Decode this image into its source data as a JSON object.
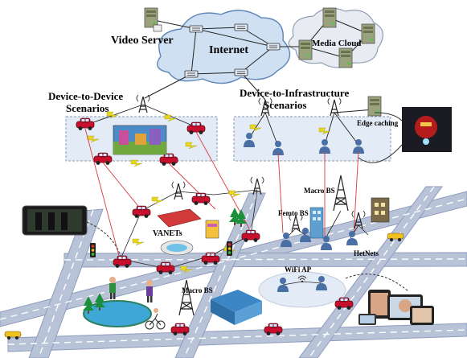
{
  "labels": {
    "video_server": "Video Server",
    "internet": "Internet",
    "media_cloud": "Media Cloud",
    "d2d_line1": "Device-to-Device",
    "d2d_line2": "Scenarios",
    "d2i_line1": "Device-to-Infrastructure",
    "d2i_line2": "Scenarios",
    "edge_caching": "Edge caching",
    "macro_bs_top": "Macro BS",
    "femto_bs": "Femto BS",
    "vanets": "VANETs",
    "hetnets": "HetNets",
    "wifi_ap": "WiFi AP",
    "macro_bs_bottom": "Macro BS"
  },
  "colors": {
    "road": "#b9c3d8",
    "road_edge": "#8e9bbd",
    "cloud": "#cfe0f3",
    "cloud_stroke": "#5d86b8",
    "car": "#c8102e",
    "user": "#4a6fa5",
    "scenario_box": "#e2ebf6",
    "link_red": "#d9393f",
    "lightning": "#e8d71c",
    "tree": "#1c8f3a"
  }
}
